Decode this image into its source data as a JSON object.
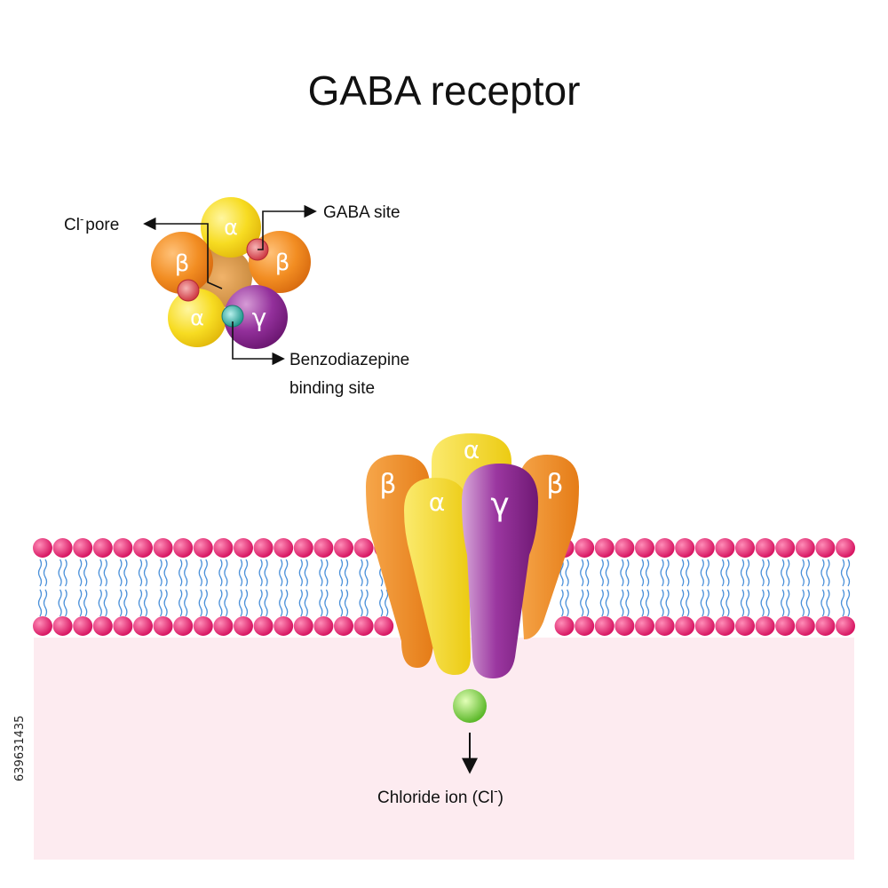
{
  "title": "GABA receptor",
  "top_view": {
    "subunits": {
      "alpha_top": "α",
      "beta_left": "β",
      "beta_right": "β",
      "alpha_bottom": "α",
      "gamma": "γ"
    },
    "labels": {
      "pore_prefix": "Cl",
      "pore_sup": "-",
      "pore_suffix": "pore",
      "gaba_site": "GABA site",
      "benzo_line1": "Benzodiazepine",
      "benzo_line2": "binding site"
    }
  },
  "side_view": {
    "subunits": {
      "beta_left": "β",
      "alpha_back": "α",
      "alpha_front": "α",
      "gamma": "γ",
      "beta_right": "β"
    },
    "ion_label_prefix": "Chloride ion (Cl",
    "ion_label_sup": "-",
    "ion_label_suffix": ")"
  },
  "side_text": "639631435",
  "colors": {
    "alpha": "#f2d619",
    "beta": "#f0891e",
    "gamma": "#8e2c8c",
    "head_group": "#e8236f",
    "tail": "#4a90d9",
    "cytoplasm": "#fdebf0",
    "chloride": "#7ed13a",
    "gaba_site": "#d9434a",
    "benzo_site": "#2fb3a8"
  }
}
